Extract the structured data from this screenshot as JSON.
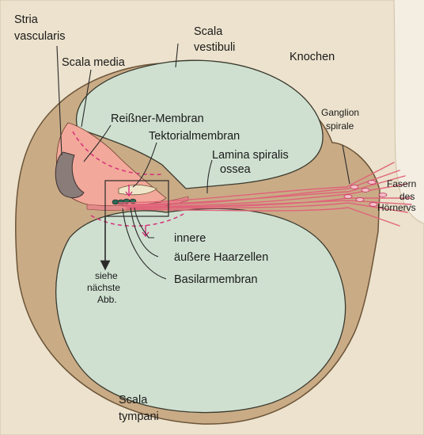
{
  "diagram": {
    "colors": {
      "background": "#f3ede2",
      "bone": "#ece2cd",
      "bone_edge": "#cfc2a5",
      "wall": "#c9ab86",
      "wall_edge": "#6b5438",
      "scala_fill": "#cfe0d0",
      "scala_edge": "#3a3a2e",
      "media": "#f2a89a",
      "stria": "#8a7c78",
      "nerve": "#e0647a",
      "dashed": "#d6307a"
    },
    "labels": {
      "stria_1": "Stria",
      "stria_2": "vascularis",
      "scala_media": "Scala media",
      "scala_vestibuli_1": "Scala",
      "scala_vestibuli_2": "vestibuli",
      "knochen": "Knochen",
      "reissner": "Reißner-Membran",
      "tektorial": "Tektorialmembran",
      "lamina_1": "Lamina spiralis",
      "lamina_2": "ossea",
      "ganglion_1": "Ganglion",
      "ganglion_2": "spirale",
      "fasern_1": "Fasern",
      "fasern_2": "des",
      "fasern_3": "Hörnervs",
      "innere": "innere",
      "aeussere": "äußere Haarzellen",
      "basilar": "Basilarmembran",
      "siehe_1": "siehe",
      "siehe_2": "nächste",
      "siehe_3": "Abb.",
      "tympani_1": "Scala",
      "tympani_2": "tympani"
    }
  }
}
